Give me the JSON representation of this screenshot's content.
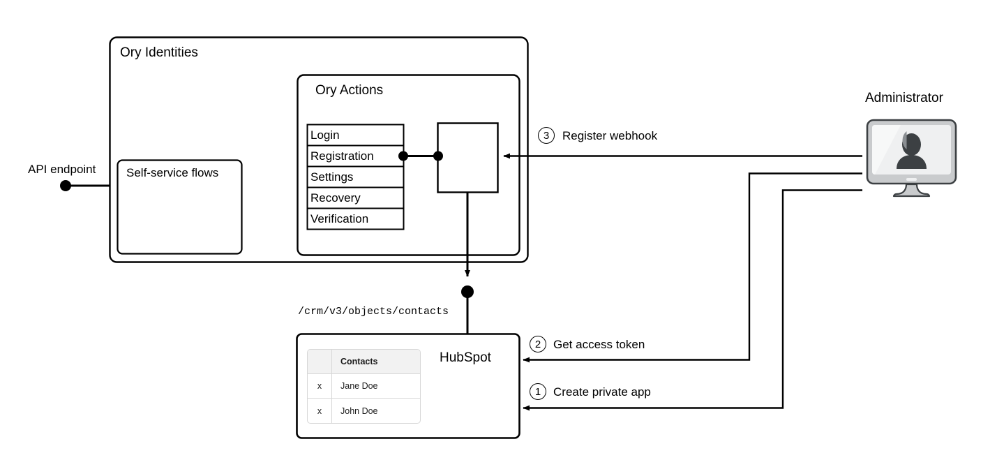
{
  "diagram": {
    "title_hidden": "",
    "containers": {
      "ory_identities": {
        "label": "Ory Identities"
      },
      "ory_actions": {
        "label": "Ory Actions"
      },
      "self_service_flows": {
        "label": "Self-service flows"
      },
      "hubspot": {
        "label": "HubSpot"
      },
      "webhook_box": {
        "label": ""
      }
    },
    "flow_list": {
      "items": [
        {
          "label": "Login"
        },
        {
          "label": "Registration"
        },
        {
          "label": "Settings"
        },
        {
          "label": "Recovery"
        },
        {
          "label": "Verification"
        }
      ]
    },
    "labels": {
      "api_endpoint": "API endpoint",
      "api_path": "/crm/v3/objects/contacts",
      "administrator": "Administrator"
    },
    "steps": [
      {
        "number": "1",
        "label": "Create private app"
      },
      {
        "number": "2",
        "label": "Get access token"
      },
      {
        "number": "3",
        "label": "Register webhook"
      }
    ],
    "contacts_table": {
      "headers": [
        "",
        "Contacts"
      ],
      "rows": [
        {
          "flag": "x",
          "name": "Jane Doe"
        },
        {
          "flag": "x",
          "name": "John Doe"
        }
      ]
    },
    "icons": {
      "administrator_icon": "monitor-user-icon"
    },
    "colors": {
      "stroke": "#000000",
      "background": "#ffffff",
      "table_header_bg": "#f2f2f2",
      "table_border": "#d7d7d7",
      "monitor_bezel": "#c9cbcd",
      "monitor_screen": "#eff0f1",
      "monitor_outline": "#3c4043",
      "avatar": "#3c4043"
    }
  }
}
